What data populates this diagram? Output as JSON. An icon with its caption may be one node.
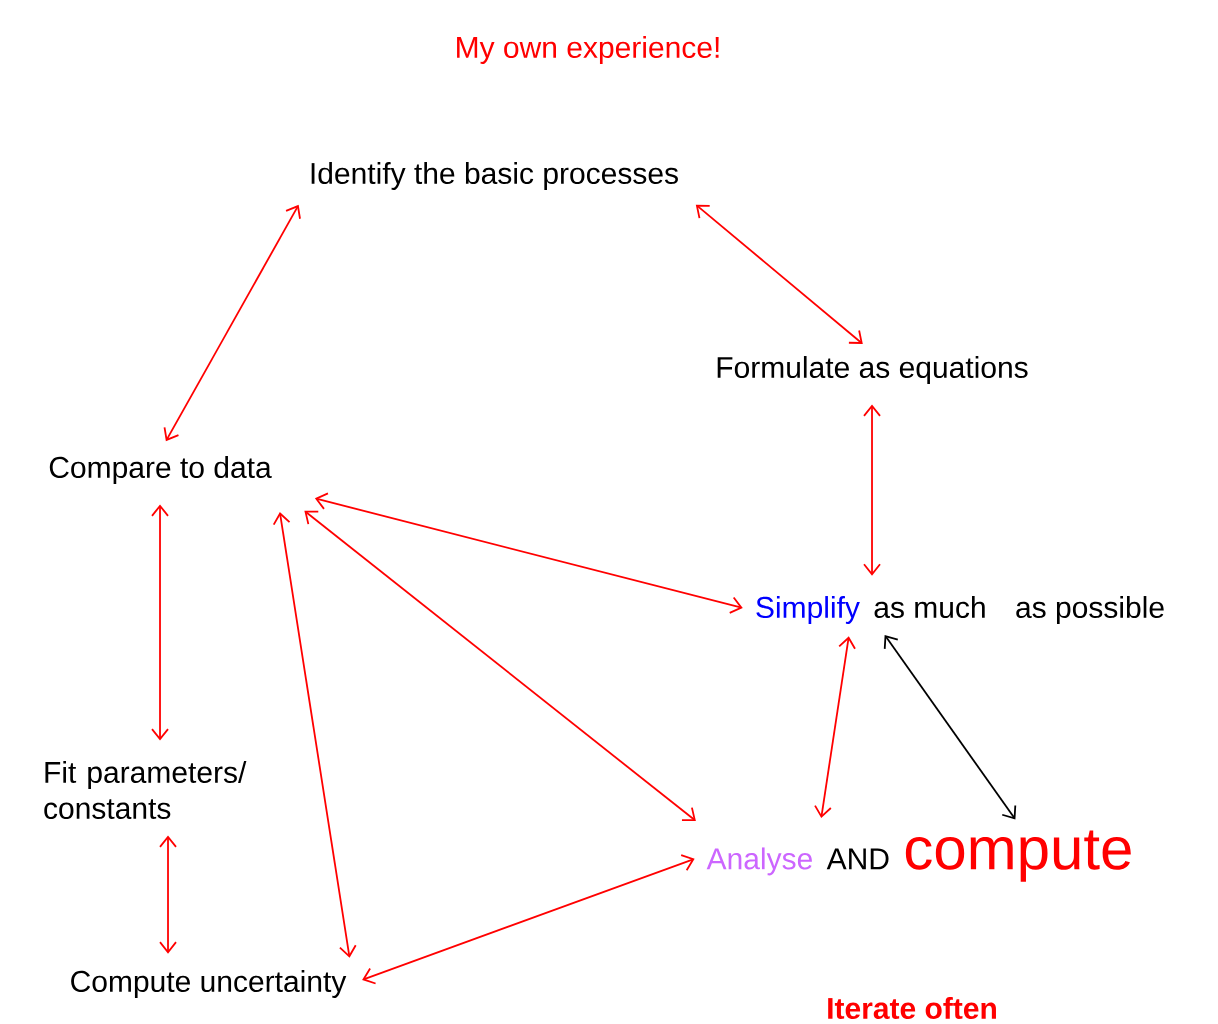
{
  "diagram": {
    "title": "My own experience!",
    "nodes": [
      {
        "text": [
          "Identify the basic processes"
        ]
      },
      {
        "text": [
          "Formulate as equations"
        ]
      },
      {
        "text": [
          "Compare to data"
        ]
      },
      {
        "text": [
          "Simplify",
          "as much",
          "as possible"
        ]
      },
      {
        "text": [
          "Fit parameters/ constants"
        ]
      },
      {
        "text": [
          "Analyse",
          "AND",
          "compute"
        ]
      },
      {
        "text": [
          "Compute uncertainty"
        ]
      }
    ],
    "edges": [
      {
        "from": 0,
        "to": 2,
        "arrow": "both"
      },
      {
        "from": 0,
        "to": 1,
        "arrow": "both"
      },
      {
        "from": 1,
        "to": 3,
        "arrow": "both"
      },
      {
        "from": 2,
        "to": 4,
        "arrow": "both"
      },
      {
        "from": 2,
        "to": 3,
        "arrow": "both"
      },
      {
        "from": 2,
        "to": 5,
        "arrow": "both"
      },
      {
        "from": 2,
        "to": 6,
        "arrow": "both"
      },
      {
        "from": 4,
        "to": 6,
        "arrow": "both"
      },
      {
        "from": 3,
        "to": 5,
        "arrow": "both"
      },
      {
        "from": 3,
        "to": 5,
        "arrow": "both",
        "color": "#000000"
      },
      {
        "from": 6,
        "to": 5,
        "arrow": "both"
      }
    ],
    "labels": [
      "Iterate often"
    ]
  }
}
